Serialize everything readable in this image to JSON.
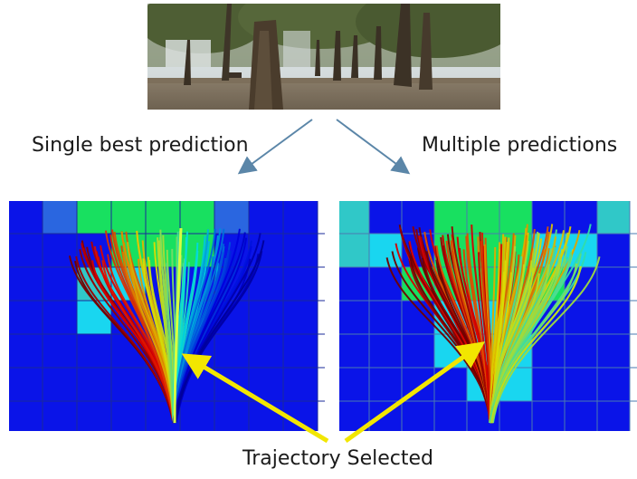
{
  "labels": {
    "single": "Single best prediction",
    "multiple": "Multiple predictions",
    "selected": "Trajectory Selected"
  },
  "colors": {
    "arrow_blue": "#5b86a8",
    "arrow_yellow": "#f2e600",
    "cost_low": "#0000f0",
    "cost_mid": "#00e6ff",
    "cost_high": "#00e05a"
  },
  "photo": {
    "description_icon": "street-trees-photo"
  }
}
